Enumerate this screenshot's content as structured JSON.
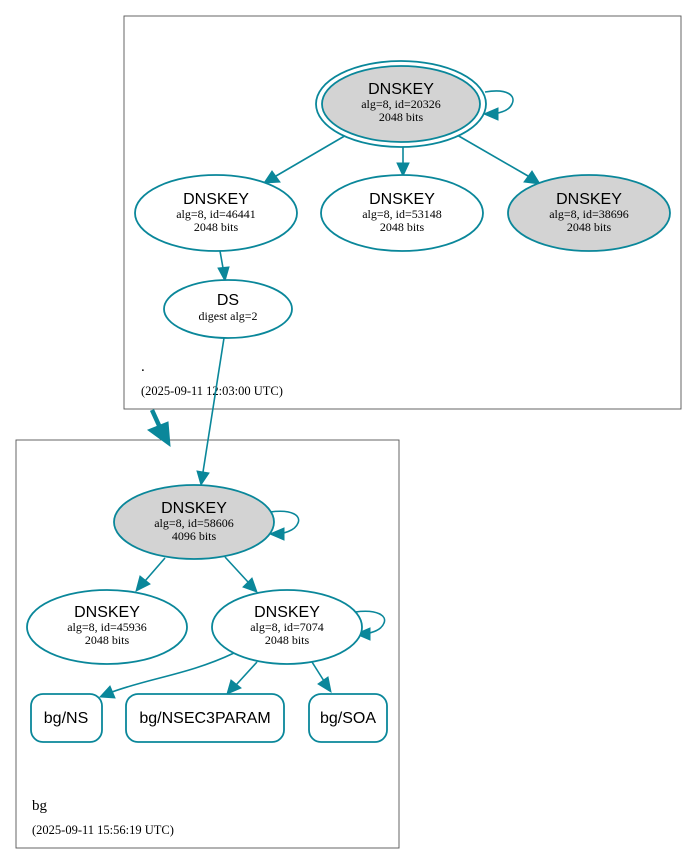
{
  "zones": {
    "root": {
      "name": ".",
      "timestamp": "(2025-09-11 12:03:00 UTC)"
    },
    "bg": {
      "name": "bg",
      "timestamp": "(2025-09-11 15:56:19 UTC)"
    }
  },
  "nodes": {
    "root_ksk": {
      "title": "DNSKEY",
      "line1": "alg=8, id=20326",
      "line2": "2048 bits"
    },
    "root_zsk1": {
      "title": "DNSKEY",
      "line1": "alg=8, id=46441",
      "line2": "2048 bits"
    },
    "root_zsk2": {
      "title": "DNSKEY",
      "line1": "alg=8, id=53148",
      "line2": "2048 bits"
    },
    "root_ksk2": {
      "title": "DNSKEY",
      "line1": "alg=8, id=38696",
      "line2": "2048 bits"
    },
    "ds": {
      "title": "DS",
      "line1": "digest alg=2"
    },
    "bg_ksk": {
      "title": "DNSKEY",
      "line1": "alg=8, id=58606",
      "line2": "4096 bits"
    },
    "bg_zsk1": {
      "title": "DNSKEY",
      "line1": "alg=8, id=45936",
      "line2": "2048 bits"
    },
    "bg_zsk2": {
      "title": "DNSKEY",
      "line1": "alg=8, id=7074",
      "line2": "2048 bits"
    },
    "bg_ns": {
      "label": "bg/NS"
    },
    "bg_nsec3param": {
      "label": "bg/NSEC3PARAM"
    },
    "bg_soa": {
      "label": "bg/SOA"
    }
  },
  "colors": {
    "edge": "#0a879a",
    "trust_anchor_fill": "#d3d3d3",
    "border": "#555555"
  }
}
